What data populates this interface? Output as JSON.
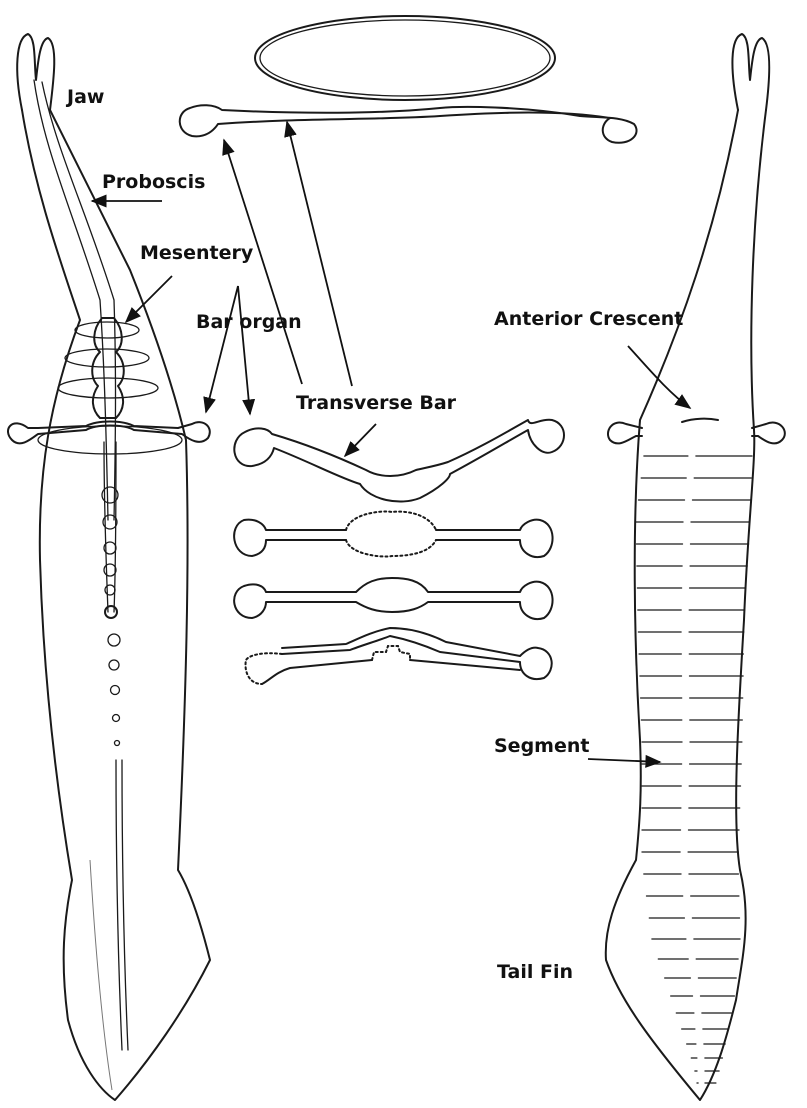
{
  "figure": {
    "labels": {
      "jaw": "Jaw",
      "proboscis": "Proboscis",
      "mesentery": "Mesentery",
      "bar_organ": "Bar organ",
      "anterior_crescent": "Anterior Crescent",
      "transverse_bar": "Transverse Bar",
      "segment": "Segment",
      "tail_fin": "Tail Fin"
    },
    "colors": {
      "ink": "#1a1a1a",
      "background": "#ffffff"
    }
  }
}
